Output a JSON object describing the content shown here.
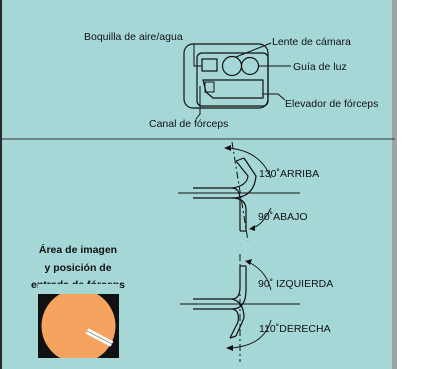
{
  "diagram": {
    "tip_labels": {
      "air_water_nozzle": "Boquilla de aire/agua",
      "camera_lens": "Lente de cámara",
      "light_guide": "Guía de luz",
      "forceps_elevator": "Elevador de fórceps",
      "forceps_channel": "Canal de fórceps"
    },
    "bend_up_down": {
      "up_label": "130˚ARRIBA",
      "down_label": "90˚ABAJO"
    },
    "bend_left_right": {
      "left_label": "90˚ IZQUIERDA",
      "right_label": "110˚DERECHA"
    },
    "image_area": {
      "title_line1": "Área de imagen",
      "title_line2": "y posición de",
      "title_line3": "entrada de fórceps",
      "fill_color": "#f5a35e"
    }
  }
}
